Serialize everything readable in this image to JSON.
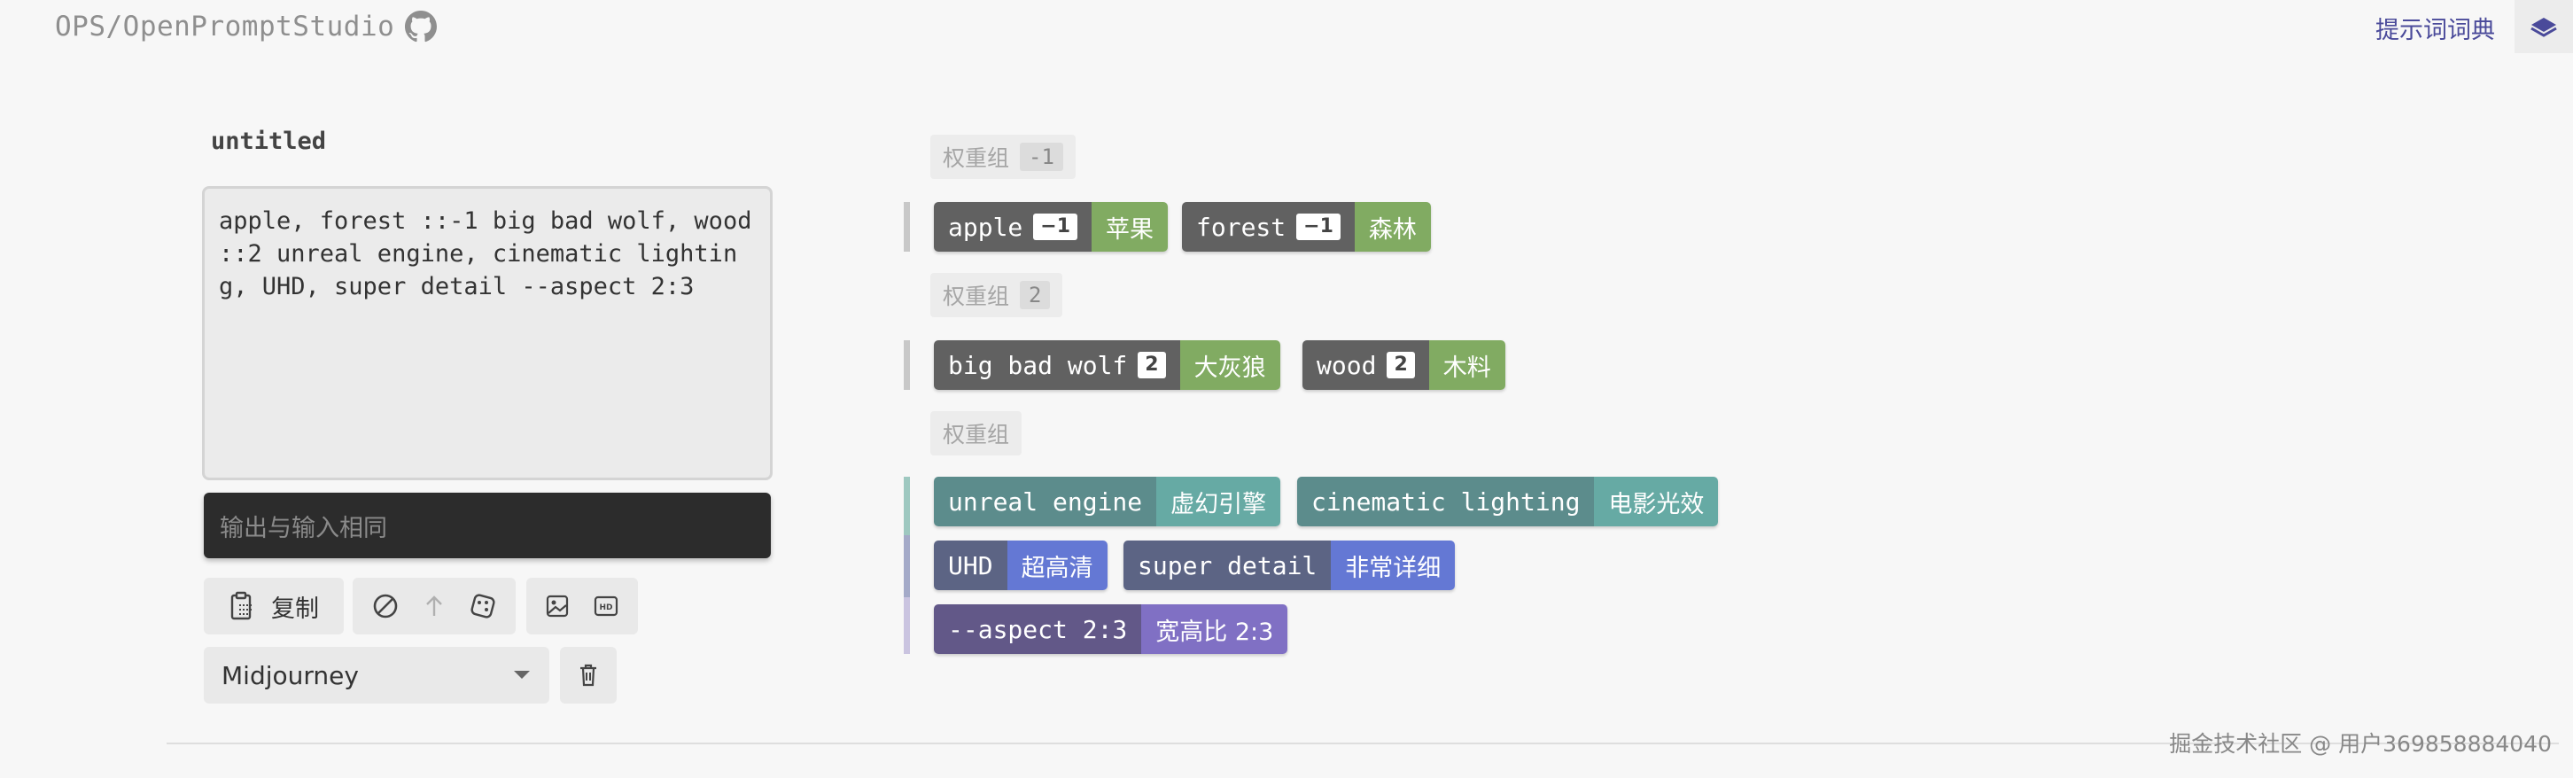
{
  "header": {
    "brand": "OPS/OpenPromptStudio",
    "dict_link": "提示词词典",
    "icons": [
      "github-icon",
      "book-icon"
    ]
  },
  "editor": {
    "title": "untitled",
    "input_value": "apple, forest ::-1 big bad wolf, wood ::2 unreal engine, cinematic lighting, UHD, super detail --aspect 2:3",
    "output_placeholder": "输出与输入相同",
    "copy_label": "复制",
    "model_select": "Midjourney",
    "icons": [
      "clipboard-icon",
      "disable-icon",
      "up-arrow-icon",
      "dice-icon",
      "image-icon",
      "hd-icon",
      "trash-icon",
      "chevron-down-icon"
    ]
  },
  "groups": [
    {
      "label": "权重组",
      "weight": "-1",
      "chips": [
        {
          "en": "apple",
          "weight": "−1",
          "zh": "苹果"
        },
        {
          "en": "forest",
          "weight": "−1",
          "zh": "森林"
        }
      ]
    },
    {
      "label": "权重组",
      "weight": "2",
      "chips": [
        {
          "en": "big bad wolf",
          "weight": "2",
          "zh": "大灰狼"
        },
        {
          "en": "wood",
          "weight": "2",
          "zh": "木料"
        }
      ]
    },
    {
      "label": "权重组",
      "chips": [
        {
          "en": "unreal engine",
          "zh": "虚幻引擎"
        },
        {
          "en": "cinematic lighting",
          "zh": "电影光效"
        },
        {
          "en": "UHD",
          "zh": "超高清"
        },
        {
          "en": "super detail",
          "zh": "非常详细"
        },
        {
          "en": "--aspect 2:3",
          "zh": "宽高比 2:3"
        }
      ]
    }
  ],
  "colors": {
    "weight_chip": "#616161",
    "weight_translation": "#81ab62",
    "style_chip": "#5c8c8c",
    "quality_chip": "#5c6484",
    "param_chip": "#625888"
  },
  "watermark": "掘金技术社区 @ 用户369858884040"
}
